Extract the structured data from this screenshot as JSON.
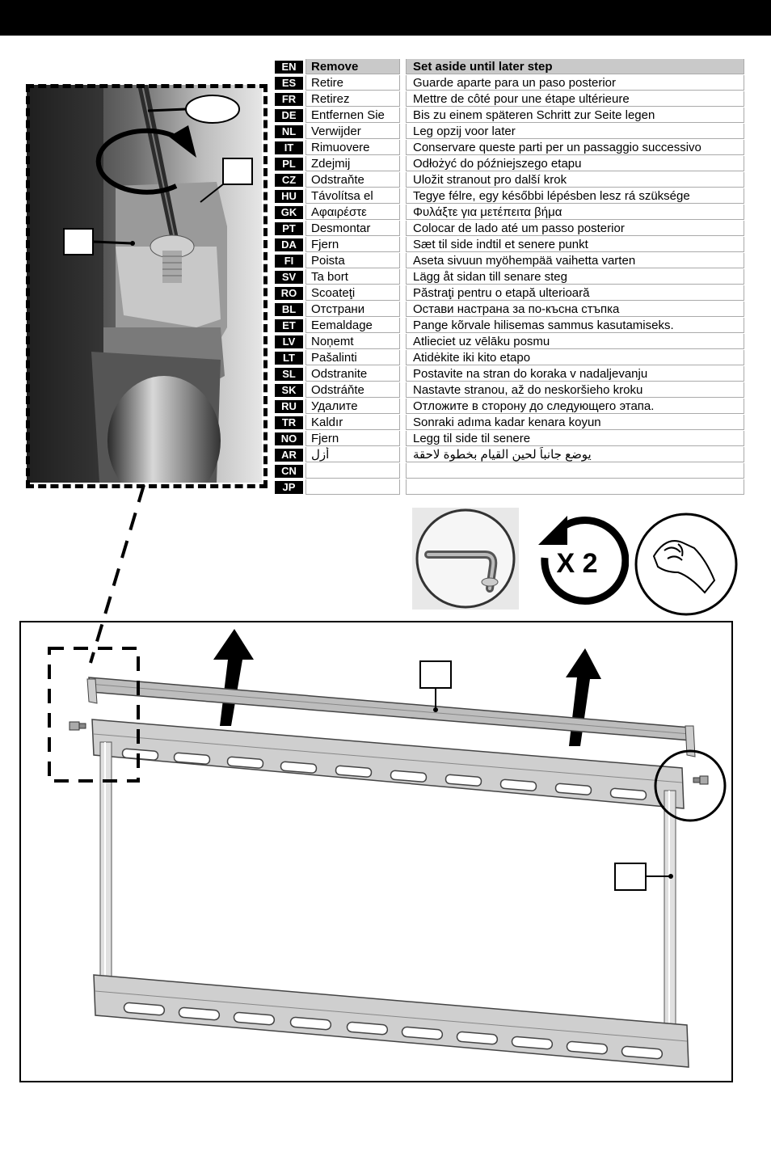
{
  "table": {
    "rows": [
      {
        "code": "EN",
        "word": "Remove",
        "phrase": "Set aside until later step"
      },
      {
        "code": "ES",
        "word": "Retire",
        "phrase": "Guarde aparte para un paso posterior"
      },
      {
        "code": "FR",
        "word": "Retirez",
        "phrase": "Mettre de côté pour une étape ultérieure"
      },
      {
        "code": "DE",
        "word": "Entfernen Sie",
        "phrase": "Bis zu einem späteren Schritt zur Seite legen"
      },
      {
        "code": "NL",
        "word": "Verwijder",
        "phrase": "Leg opzij voor later"
      },
      {
        "code": "IT",
        "word": "Rimuovere",
        "phrase": "Conservare queste parti per un passaggio successivo"
      },
      {
        "code": "PL",
        "word": "Zdejmij",
        "phrase": "Odłożyć do późniejszego etapu"
      },
      {
        "code": "CZ",
        "word": "Odstraňte",
        "phrase": "Uložit stranout pro další krok"
      },
      {
        "code": "HU",
        "word": "Távolítsa el",
        "phrase": "Tegye félre, egy későbbi lépésben lesz rá szüksége"
      },
      {
        "code": "GK",
        "word": "Αφαιρέστε",
        "phrase": "Φυλάξτε για μετέπειτα βήμα"
      },
      {
        "code": "PT",
        "word": "Desmontar",
        "phrase": "Colocar de lado até um passo posterior"
      },
      {
        "code": "DA",
        "word": "Fjern",
        "phrase": "Sæt til side indtil et senere punkt"
      },
      {
        "code": "FI",
        "word": "Poista",
        "phrase": "Aseta sivuun myöhempää vaihetta varten"
      },
      {
        "code": "SV",
        "word": "Ta bort",
        "phrase": "Lägg åt sidan till senare steg"
      },
      {
        "code": "RO",
        "word": "Scoateţi",
        "phrase": "Păstraţi pentru o etapă ulterioară"
      },
      {
        "code": "BL",
        "word": "Отстрани",
        "phrase": "Остави настрана за по-късна стъпка"
      },
      {
        "code": "ET",
        "word": "Eemaldage",
        "phrase": "Pange kõrvale hilisemas sammus kasutamiseks."
      },
      {
        "code": "LV",
        "word": "Noņemt",
        "phrase": "Atlieciet uz vēlāku posmu"
      },
      {
        "code": "LT",
        "word": "Pašalinti",
        "phrase": "Atidėkite iki kito etapo"
      },
      {
        "code": "SL",
        "word": "Odstranite",
        "phrase": "Postavite na stran do koraka v nadaljevanju"
      },
      {
        "code": "SK",
        "word": "Odstráňte",
        "phrase": "Nastavte stranou, až do neskoršieho kroku"
      },
      {
        "code": "RU",
        "word": "Удалите",
        "phrase": "Отложите в сторону до следующего этапа."
      },
      {
        "code": "TR",
        "word": "Kaldır",
        "phrase": "Sonraki adıma kadar kenara koyun"
      },
      {
        "code": "NO",
        "word": "Fjern",
        "phrase": "Legg til side til senere"
      },
      {
        "code": "AR",
        "word": "أزل",
        "phrase": "يوضع جانباً لحين القيام بخطوة لاحقة"
      },
      {
        "code": "CN",
        "word": "",
        "phrase": ""
      },
      {
        "code": "JP",
        "word": "",
        "phrase": ""
      }
    ]
  },
  "icons": {
    "rotation_count": "X 2",
    "names": [
      "hex-key-icon",
      "rotate-counterclockwise-icon",
      "hand-tighten-icon"
    ]
  }
}
